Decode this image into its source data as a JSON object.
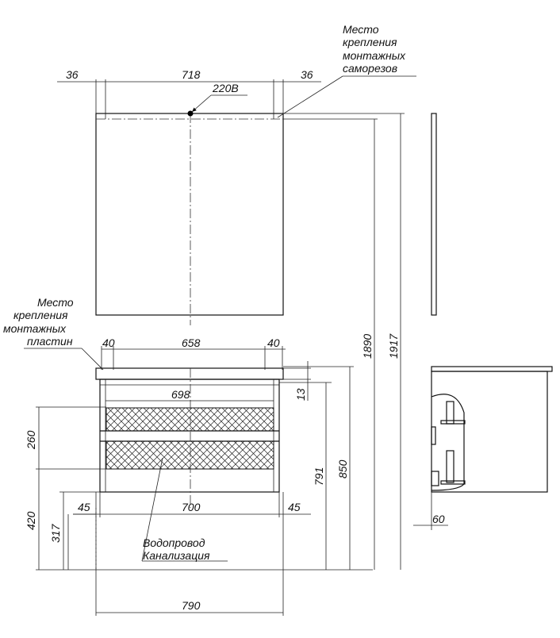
{
  "notes": {
    "screw_mount": [
      "Место",
      "крепления",
      "монтажных",
      "саморезов"
    ],
    "plate_mount": [
      "Место",
      "крепления",
      "монтажных",
      "пластин"
    ],
    "power": "220В",
    "water": "Водопровод",
    "sewer": "Канализация"
  },
  "dimensions": {
    "mirror_left_offset": "36",
    "mirror_width": "718",
    "mirror_right_offset": "36",
    "plate_left_offset": "40",
    "plate_span": "658",
    "plate_right_offset": "40",
    "inner_width": "698",
    "top_thickness": "13",
    "drawers_height": "260",
    "floor_to_cabinet": "420",
    "floor_to_pipes": "317",
    "leg_left_offset": "45",
    "leg_span": "700",
    "leg_right_offset": "45",
    "total_width": "790",
    "cabinet_top_791": "791",
    "cabinet_top_850": "850",
    "mirror_top_1890": "1890",
    "total_height_1917": "1917",
    "side_depth": "60"
  }
}
